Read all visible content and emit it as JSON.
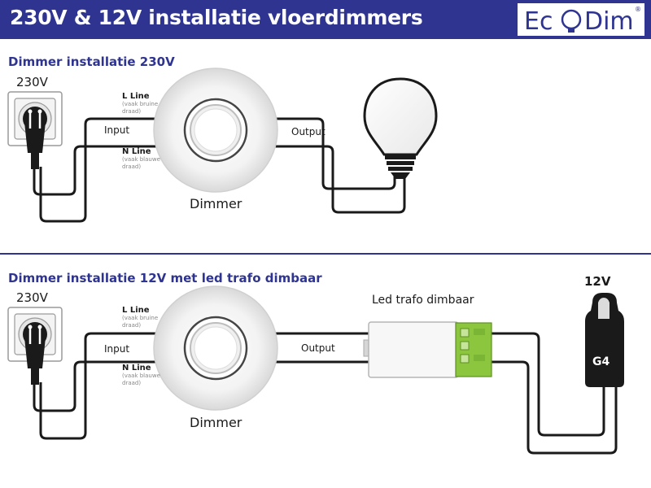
{
  "header": {
    "title": "230V & 12V installatie vloerdimmers",
    "logo_text_left": "Ec",
    "logo_text_right": "Dim",
    "logo_reg": "®"
  },
  "section1": {
    "title": "Dimmer installatie 230V",
    "voltage": "230V",
    "l_line": "L Line",
    "l_note": "(vaak bruine draad)",
    "n_line": "N Line",
    "n_note": "(vaak blauwe draad)",
    "input": "Input",
    "output": "Output",
    "dimmer": "Dimmer"
  },
  "section2": {
    "title": "Dimmer installatie 12V met led trafo dimbaar",
    "voltage": "230V",
    "l_line": "L Line",
    "l_note": "(vaak bruine draad)",
    "n_line": "N Line",
    "n_note": "(vaak blauwe draad)",
    "input": "Input",
    "output": "Output",
    "dimmer": "Dimmer",
    "trafo": "Led trafo dimbaar",
    "lamp_voltage": "12V",
    "lamp_type": "G4"
  },
  "colors": {
    "brand": "#2e3490",
    "wire": "#1a1a1a",
    "trafo_terminal": "#8cc63f"
  },
  "icons": [
    "wall-socket-icon",
    "plug-icon",
    "dimmer-icon",
    "bulb-icon",
    "trafo-icon",
    "g4-lamp-icon",
    "logo-bulb-icon"
  ]
}
